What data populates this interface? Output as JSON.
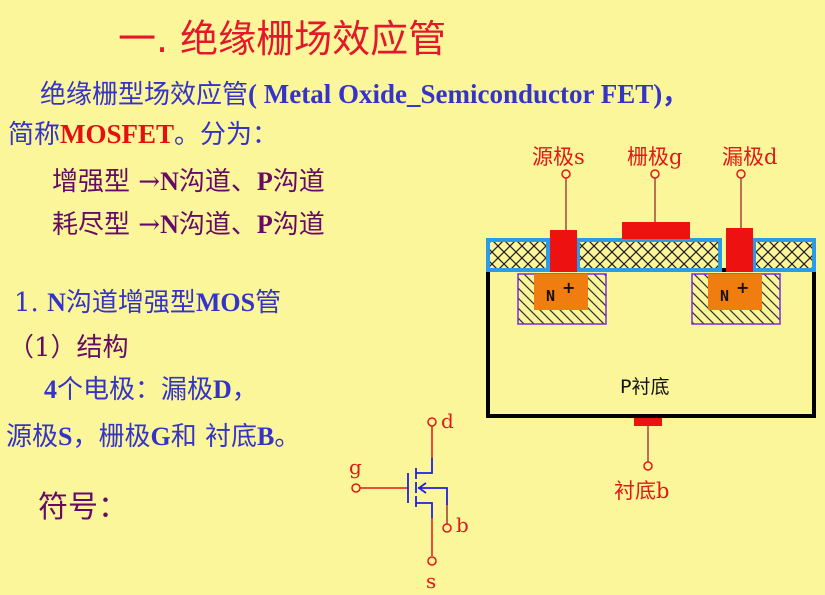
{
  "title": "一.  绝缘栅场效应管",
  "intro": {
    "line1_cn": "绝缘栅型场效应管",
    "line1_en": "( Metal  Oxide_Semiconductor FET)，",
    "line2_pre": "简称",
    "line2_abbr": "MOSFET",
    "line2_post": "。分为："
  },
  "types": [
    {
      "name": "增强型",
      "arrow": "→",
      "n": "N",
      "n_suffix": "沟道、",
      "p": "P",
      "p_suffix": "沟道"
    },
    {
      "name": "耗尽型",
      "arrow": "→",
      "n": "N",
      "n_suffix": "沟道、",
      "p": "P",
      "p_suffix": "沟道"
    }
  ],
  "section": {
    "heading_num": "1. ",
    "heading_n": "N",
    "heading_mid": "沟道增强型",
    "heading_mos": "MOS",
    "heading_end": "管",
    "sub": "（1）结构",
    "electrodes_line1_a": "4",
    "electrodes_line1_b": "个电极：漏极",
    "electrodes_line1_c": "D",
    "electrodes_line1_d": "，",
    "electrodes_line2_a": "源极",
    "electrodes_line2_b": "S",
    "electrodes_line2_c": "，栅极",
    "electrodes_line2_d": "G",
    "electrodes_line2_e": "和 衬底",
    "electrodes_line2_f": "B",
    "electrodes_line2_g": "。",
    "symbol_label": "符号："
  },
  "structure_diagram": {
    "source_label": "源极s",
    "gate_label": "栅极g",
    "drain_label": "漏极d",
    "n_plus": "N+",
    "substrate": "P衬底",
    "body_label": "衬底b"
  },
  "symbol_diagram": {
    "d": "d",
    "g": "g",
    "b": "b",
    "s": "s"
  },
  "colors": {
    "background": "#fcf69a",
    "title": "#e3182b",
    "blue_text": "#3434c8",
    "purple_text": "#660a66",
    "metal": "#ee1111",
    "oxide_border": "#2a9be8",
    "n_plus": "#f07d10"
  }
}
